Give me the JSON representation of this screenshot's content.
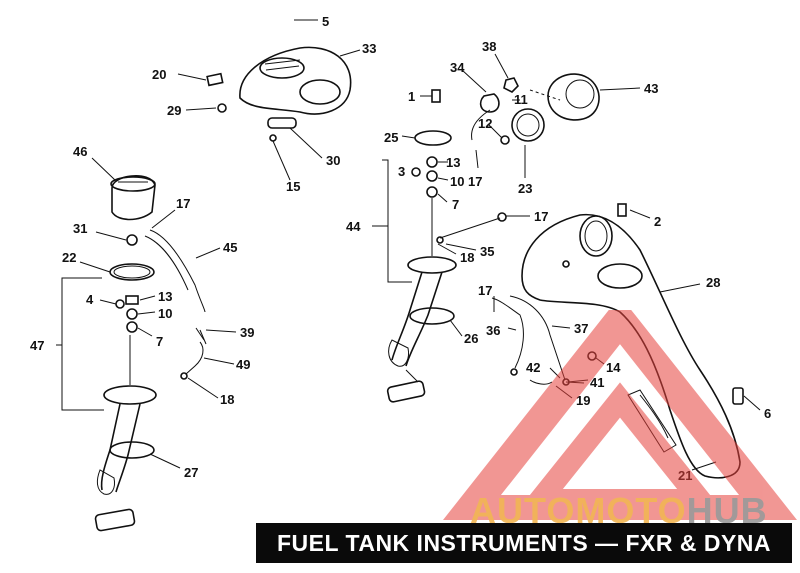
{
  "title": "FUEL TANK INSTRUMENTS — FXR & DYNA",
  "watermark": {
    "brand_part1": "AUTOMOTO",
    "brand_part2": "HUB",
    "colors": {
      "triangle": "#e6413c",
      "brand_orange": "#f2b654",
      "brand_gray": "#9a9a9a"
    }
  },
  "callouts": [
    "5",
    "33",
    "20",
    "29",
    "30",
    "15",
    "46",
    "17",
    "31",
    "45",
    "22",
    "13",
    "4",
    "10",
    "7",
    "47",
    "39",
    "49",
    "18",
    "27",
    "1",
    "25",
    "3",
    "13",
    "10",
    "7",
    "44",
    "38",
    "34",
    "11",
    "12",
    "17",
    "23",
    "43",
    "17",
    "35",
    "18",
    "2",
    "28",
    "26",
    "17",
    "36",
    "37",
    "42",
    "14",
    "41",
    "19",
    "6",
    "21"
  ]
}
